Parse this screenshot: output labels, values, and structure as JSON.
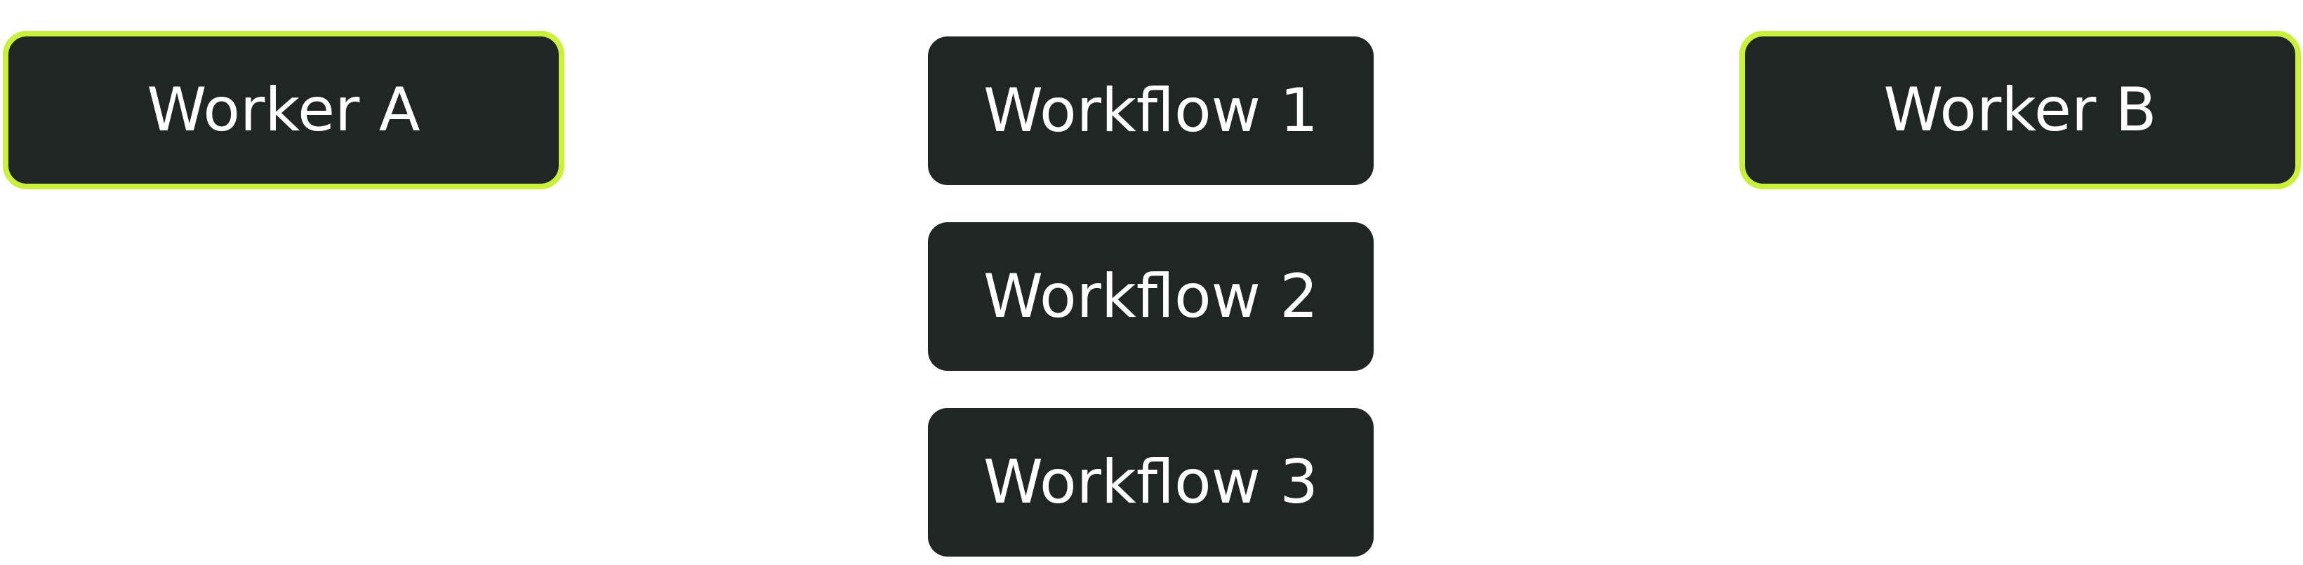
{
  "colors": {
    "node_fill": "#202624",
    "worker_border": "#c9f03a",
    "text": "#ffffff",
    "background": "#ffffff"
  },
  "workers": [
    {
      "label": "Worker A"
    },
    {
      "label": "Worker B"
    }
  ],
  "workflows": [
    {
      "label": "Workflow 1"
    },
    {
      "label": "Workflow 2"
    },
    {
      "label": "Workflow 3"
    }
  ]
}
